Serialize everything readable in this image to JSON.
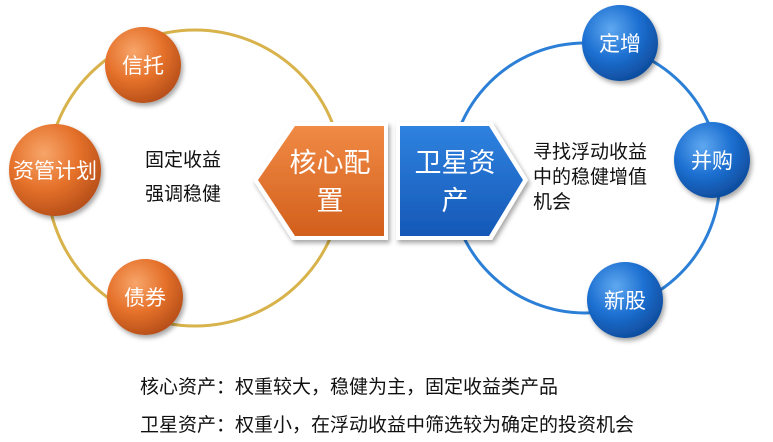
{
  "core": {
    "label_line1": "核心配",
    "label_line2": "置",
    "desc_line1": "固定收益",
    "desc_line2": "强调稳健",
    "items": [
      "信托",
      "资管计划",
      "债券"
    ]
  },
  "satellite": {
    "label_line1": "卫星资",
    "label_line2": "产",
    "desc_line1": "寻找浮动收益",
    "desc_line2": "中的稳健增值",
    "desc_line3": "机会",
    "items": [
      "定增",
      "并购",
      "新股"
    ]
  },
  "captions": {
    "line1": "核心资产：权重较大，稳健为主，固定收益类产品",
    "line2": "卫星资产：权重小，在浮动收益中筛选较为确定的投资机会"
  },
  "colors": {
    "orange": "#e5712a",
    "blue": "#1c6fd1",
    "gold_ring": "#d8b24a",
    "blue_ring": "#2b7fd6"
  }
}
